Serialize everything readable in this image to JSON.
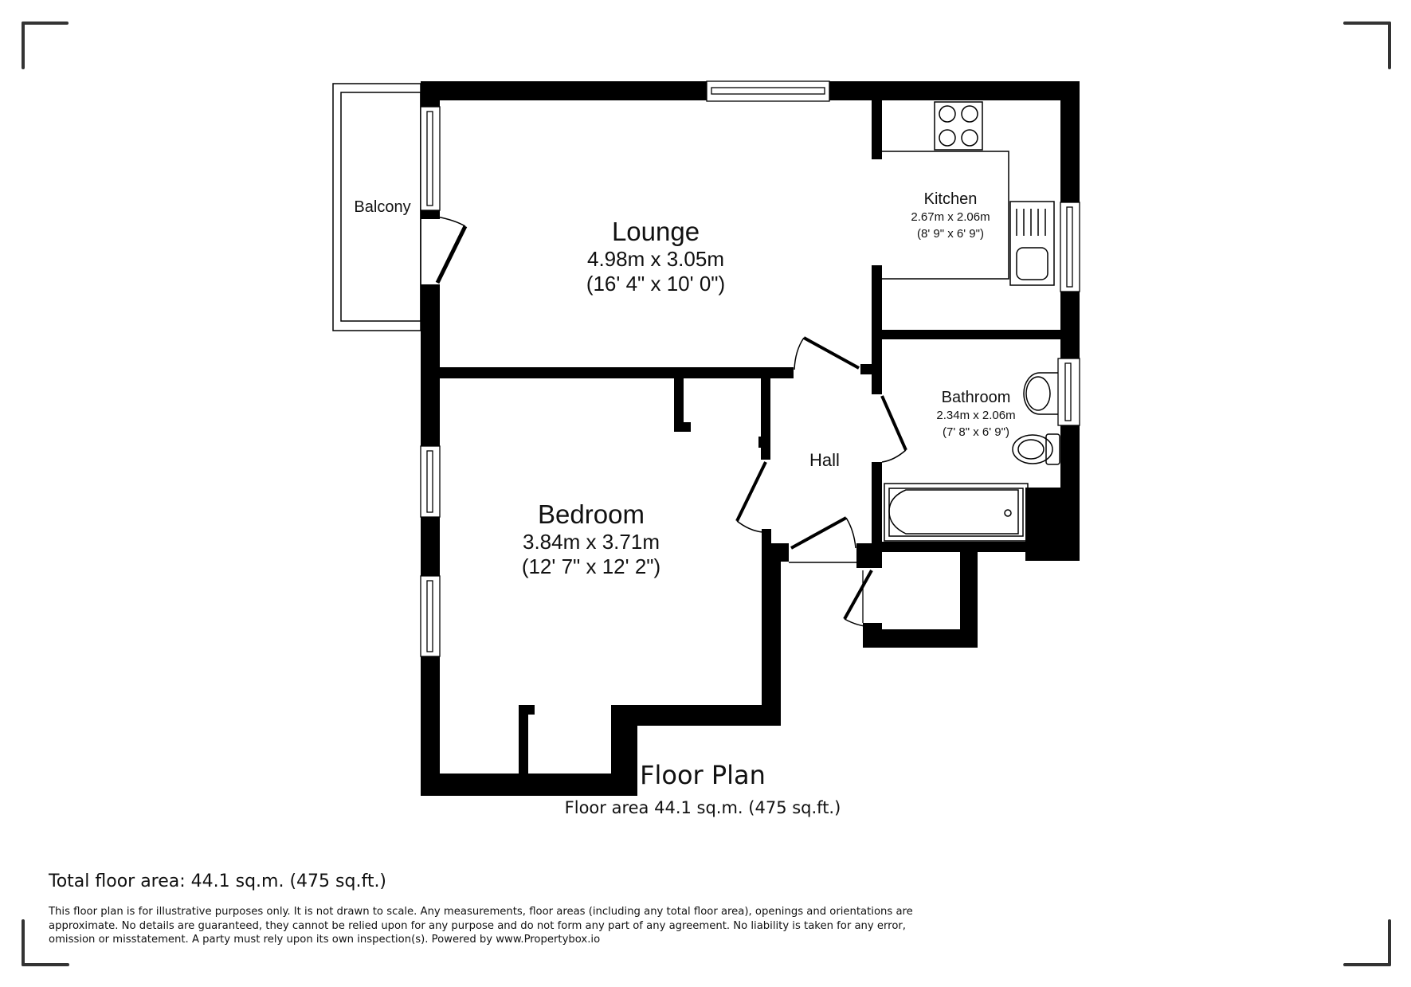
{
  "rooms": {
    "balcony": {
      "name": "Balcony"
    },
    "lounge": {
      "name": "Lounge",
      "metric": "4.98m x 3.05m",
      "imperial": "(16' 4\" x 10' 0\")"
    },
    "kitchen": {
      "name": "Kitchen",
      "metric": "2.67m x 2.06m",
      "imperial": "(8' 9\" x 6' 9\")"
    },
    "bathroom": {
      "name": "Bathroom",
      "metric": "2.34m x 2.06m",
      "imperial": "(7' 8\" x 6' 9\")"
    },
    "hall": {
      "name": "Hall"
    },
    "bedroom": {
      "name": "Bedroom",
      "metric": "3.84m x 3.71m",
      "imperial": "(12' 7\" x 12' 2\")"
    }
  },
  "plan": {
    "title": "Floor Plan",
    "floor_area": "Floor area 44.1 sq.m. (475 sq.ft.)"
  },
  "footer": {
    "total_area": "Total floor area: 44.1 sq.m. (475 sq.ft.)",
    "disclaimer_lines": [
      "This floor plan is for illustrative purposes only. It is not drawn to scale. Any measurements, floor areas (including any total floor area), openings and orientations are",
      "approximate. No details are guaranteed, they cannot be relied upon for any purpose and do not form any part of any agreement. No liability is taken for any error,",
      "omission or misstatement. A party must rely upon its own inspection(s). Powered by www.Propertybox.io"
    ]
  },
  "colors": {
    "wall": "#000000",
    "corner_mark": "#333333",
    "background": "#ffffff"
  }
}
